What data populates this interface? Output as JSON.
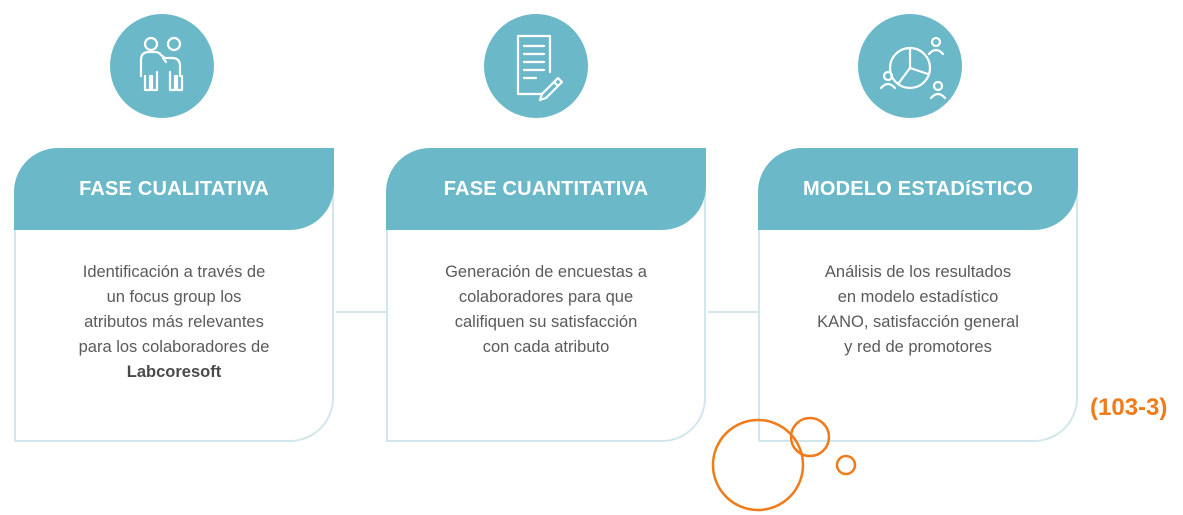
{
  "colors": {
    "accent": "#6bb8c9",
    "border": "#d2e7ec",
    "text": "#5a5a5a",
    "orange": "#f07b1a"
  },
  "phases": [
    {
      "icon": "people-icon",
      "title": "FASE CUALITATIVA",
      "lines": [
        "Identificación a través de",
        "un focus group los",
        "atributos más relevantes",
        "para los colaboradores de"
      ],
      "emphasis": "Labcoresoft"
    },
    {
      "icon": "survey-document-icon",
      "title": "FASE CUANTITATIVA",
      "lines": [
        "Generación de encuestas a",
        "colaboradores para que",
        "califiquen su satisfacción",
        "con cada atributo"
      ]
    },
    {
      "icon": "network-chart-icon",
      "title": "MODELO ESTADíSTICO",
      "lines": [
        "Análisis de los resultados",
        "en modelo estadístico",
        "KANO, satisfacción general",
        "y red de promotores"
      ]
    }
  ],
  "code_label": "(103-3)"
}
